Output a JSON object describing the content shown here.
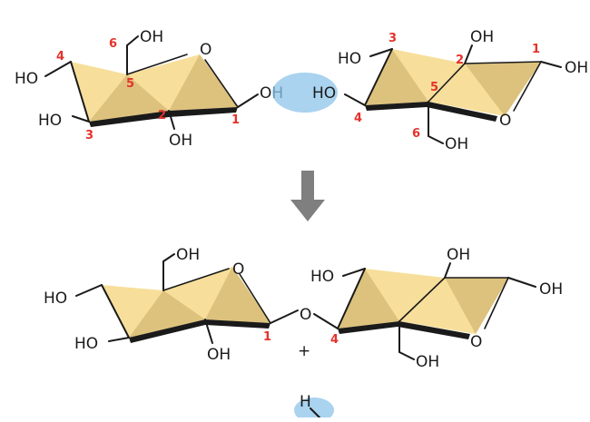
{
  "colors": {
    "ring_fill": "#f7df9b",
    "ring_shade": "#ddc27d",
    "highlight": "#8cc4ea",
    "arrow": "#7f7f7f",
    "carbon_number": "#e4322b",
    "text": "#1a1a1a"
  },
  "top": {
    "left_ring": {
      "O": "O",
      "c6_OH": "OH",
      "c4_HO": "HO",
      "c3_HO": "HO",
      "c2_OH": "OH",
      "c1_OH": "OH",
      "n1": "1",
      "n2": "2",
      "n3": "3",
      "n4": "4",
      "n5": "5",
      "n6": "6"
    },
    "right_ring": {
      "c4_HO": "HO",
      "c3_HO": "HO",
      "c2_OH": "OH",
      "c1_OH": "OH",
      "O": "O",
      "c6_OH": "OH",
      "n1": "1",
      "n2": "2",
      "n3": "3",
      "n4": "4",
      "n5": "5",
      "n6": "6"
    }
  },
  "bottom": {
    "left_ring": {
      "c6_OH": "OH",
      "O": "O",
      "c4_HO": "HO",
      "c3_HO": "HO",
      "c2_OH": "OH",
      "n1": "1"
    },
    "bridge_O": "O",
    "right_ring": {
      "c3_HO": "HO",
      "c2_OH": "OH",
      "c1_OH": "OH",
      "O": "O",
      "c6_OH": "OH",
      "n4": "4"
    },
    "plus": "+",
    "water_H": "H"
  }
}
